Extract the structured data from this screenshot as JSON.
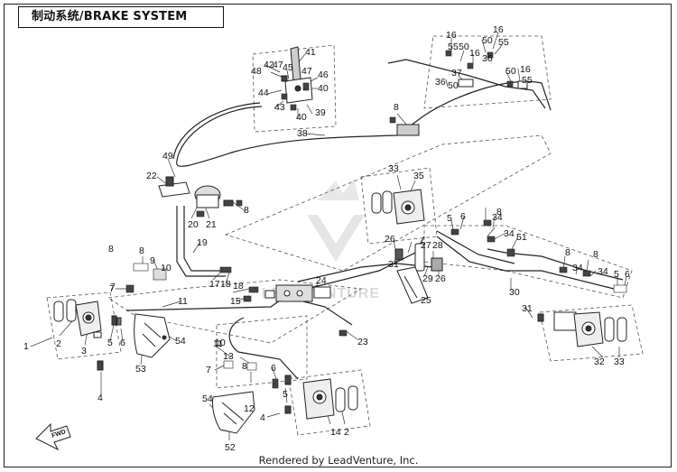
{
  "title": "制动系统/BRAKE SYSTEM",
  "footer": "Rendered by LeadVenture, Inc.",
  "watermark": "LEADVENTURE",
  "fwd_label": "FWD",
  "callouts": [
    "1",
    "2",
    "3",
    "4",
    "5",
    "6",
    "7",
    "8",
    "9",
    "10",
    "11",
    "12",
    "13",
    "14",
    "15",
    "16",
    "17",
    "18",
    "19",
    "20",
    "21",
    "22",
    "23",
    "24",
    "25",
    "26",
    "27",
    "28",
    "29",
    "30",
    "31",
    "32",
    "33",
    "34",
    "35",
    "36",
    "37",
    "38",
    "39",
    "40",
    "41",
    "42",
    "43",
    "44",
    "45",
    "46",
    "47",
    "48",
    "49",
    "50",
    "51",
    "52",
    "53",
    "54",
    "55"
  ]
}
